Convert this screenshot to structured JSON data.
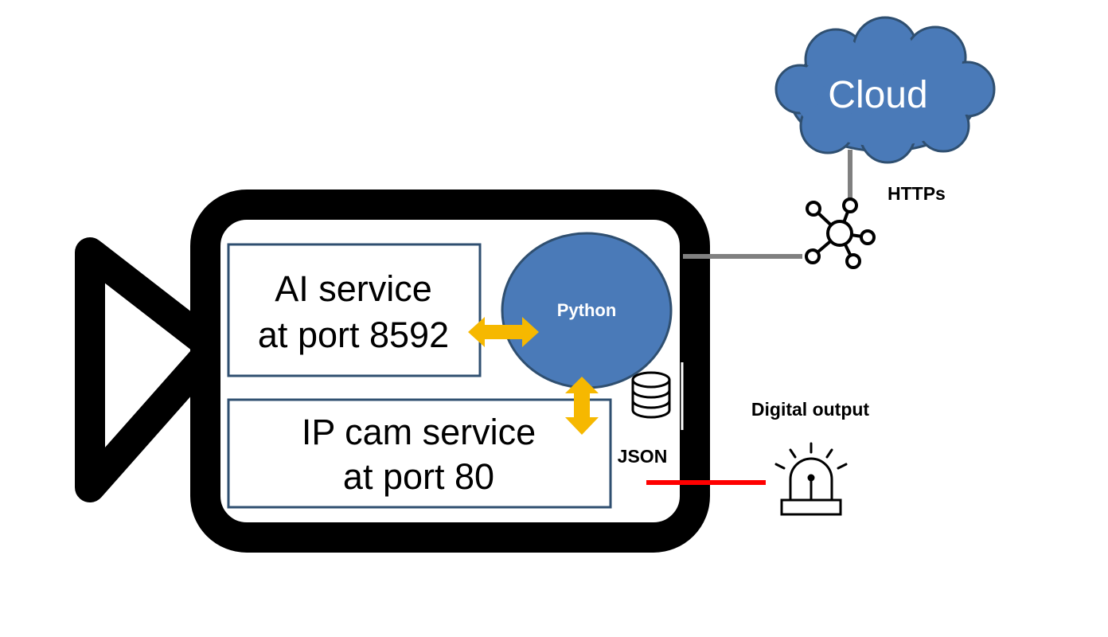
{
  "cloud": {
    "label": "Cloud",
    "color": "#4a7ab8"
  },
  "protocol": {
    "label": "HTTPs"
  },
  "camera": {
    "frame_color": "#000000"
  },
  "ai_service": {
    "line1": "AI service",
    "line2": "at port 8592"
  },
  "ip_cam_service": {
    "line1": "IP cam service",
    "line2": "at port 80"
  },
  "python": {
    "label": "Python",
    "color": "#4a7ab8"
  },
  "storage": {
    "label": "JSON",
    "icon": "database-icon"
  },
  "digital_output": {
    "label": "Digital output",
    "icon": "alarm-light-icon",
    "wire_color": "#ff0000"
  },
  "network": {
    "icon": "network-hub-icon",
    "link_color": "#808080"
  },
  "arrows": {
    "color": "#f6b800"
  },
  "box_border_color": "#2f4f70"
}
